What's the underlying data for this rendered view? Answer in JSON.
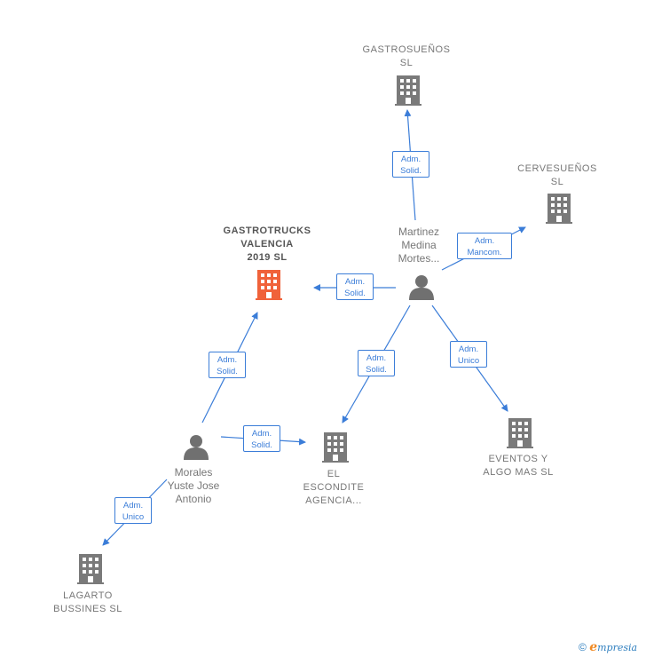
{
  "colors": {
    "edge": "#3b7dd8",
    "building": "#7a7a7a",
    "building_highlight": "#f0623a",
    "person": "#707070"
  },
  "nodes": {
    "gastrosuenos": {
      "label": "GASTROSUEÑOS\nSL",
      "icon": "building-icon"
    },
    "cervesuenos": {
      "label": "CERVESUEÑOS\nSL",
      "icon": "building-icon"
    },
    "gastrotrucks": {
      "label": "GASTROTRUCKS\nVALENCIA\n2019  SL",
      "icon": "building-icon"
    },
    "martinez": {
      "label": "Martinez\nMedina\nMortes...",
      "icon": "person-icon"
    },
    "morales": {
      "label": "Morales\nYuste Jose\nAntonio",
      "icon": "person-icon"
    },
    "el_escondite": {
      "label": "EL\nESCONDITE\nAGENCIA...",
      "icon": "building-icon"
    },
    "eventos": {
      "label": "EVENTOS Y\nALGO MAS  SL",
      "icon": "building-icon"
    },
    "lagarto": {
      "label": "LAGARTO\nBUSSINES  SL",
      "icon": "building-icon"
    }
  },
  "edges": [
    {
      "from": "martinez",
      "to": "gastrosuenos",
      "role": "Adm.\nSolid."
    },
    {
      "from": "martinez",
      "to": "cervesuenos",
      "role": "Adm.\nMancom."
    },
    {
      "from": "martinez",
      "to": "gastrotrucks",
      "role": "Adm.\nSolid."
    },
    {
      "from": "martinez",
      "to": "el_escondite",
      "role": "Adm.\nSolid."
    },
    {
      "from": "martinez",
      "to": "eventos",
      "role": "Adm.\nUnico"
    },
    {
      "from": "morales",
      "to": "gastrotrucks",
      "role": "Adm.\nSolid."
    },
    {
      "from": "morales",
      "to": "el_escondite",
      "role": "Adm.\nSolid."
    },
    {
      "from": "morales",
      "to": "lagarto",
      "role": "Adm.\nUnico"
    }
  ],
  "footer": {
    "copyright": "©",
    "brand_first": "e",
    "brand_rest": "mpresia"
  }
}
